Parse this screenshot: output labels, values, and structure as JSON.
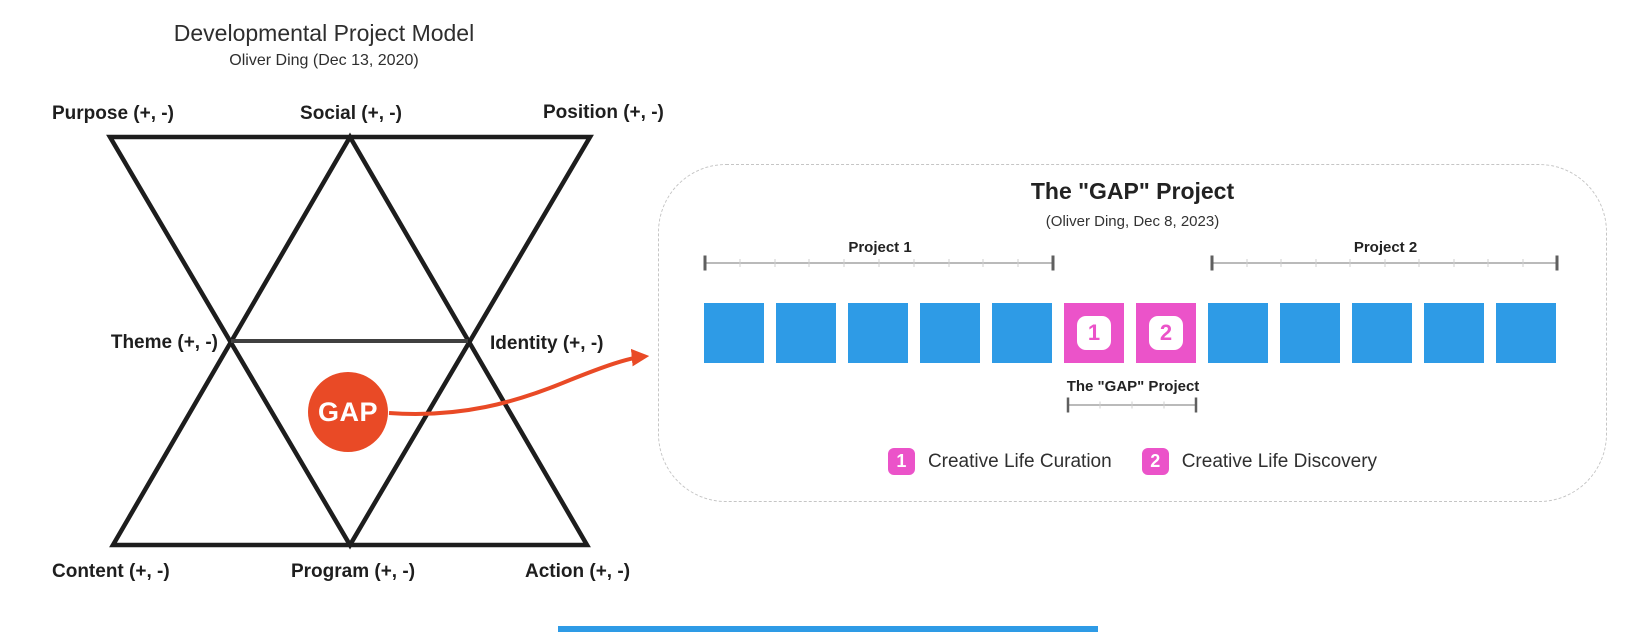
{
  "left_diagram": {
    "title": "Developmental Project Model",
    "subtitle": "Oliver Ding (Dec 13, 2020)",
    "gap_label": "GAP",
    "labels": {
      "purpose": "Purpose (+, -)",
      "social": "Social (+, -)",
      "position": "Position (+, -)",
      "theme": "Theme (+, -)",
      "identity": "Identity (+, -)",
      "content": "Content (+, -)",
      "program": "Program (+, -)",
      "action": "Action (+, -)"
    }
  },
  "right_panel": {
    "title": "The \"GAP\" Project",
    "subtitle": "(Oliver Ding, Dec 8, 2023)",
    "bracket_project1": "Project 1",
    "bracket_project2": "Project 2",
    "bracket_gap": "The \"GAP\" Project",
    "squares": [
      {
        "type": "blue"
      },
      {
        "type": "blue"
      },
      {
        "type": "blue"
      },
      {
        "type": "blue"
      },
      {
        "type": "blue"
      },
      {
        "type": "pink",
        "badge": "1"
      },
      {
        "type": "pink",
        "badge": "2"
      },
      {
        "type": "blue"
      },
      {
        "type": "blue"
      },
      {
        "type": "blue"
      },
      {
        "type": "blue"
      },
      {
        "type": "blue"
      }
    ],
    "legend": [
      {
        "badge": "1",
        "label": "Creative Life Curation"
      },
      {
        "badge": "2",
        "label": "Creative Life Discovery"
      }
    ]
  },
  "colors": {
    "blue": "#2E9BE6",
    "pink": "#EB53C9",
    "orange": "#E94A26"
  }
}
